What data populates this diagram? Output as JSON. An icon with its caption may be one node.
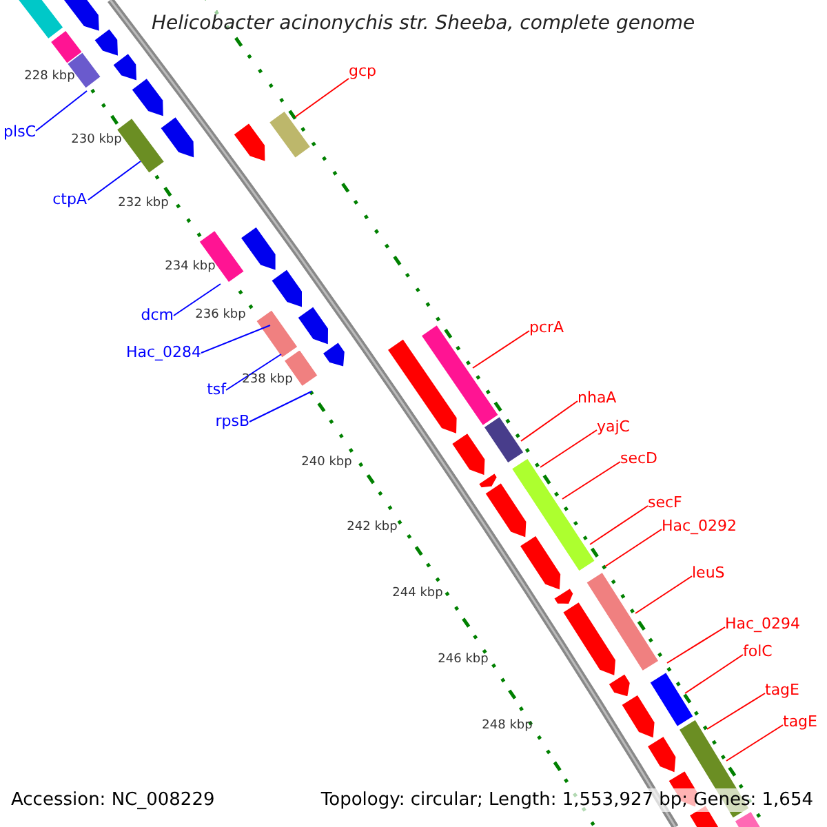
{
  "diagram": {
    "title": "Helicobacter acinonychis str. Sheeba, complete genome",
    "nodes": [
      {
        "text": [
          "plsC"
        ]
      },
      {
        "text": [
          "ctpA"
        ]
      },
      {
        "text": [
          "dcm"
        ]
      },
      {
        "text": [
          "Hac_0284"
        ]
      },
      {
        "text": [
          "tsf"
        ]
      },
      {
        "text": [
          "rpsB"
        ]
      },
      {
        "text": [
          "gcp"
        ]
      },
      {
        "text": [
          "pcrA"
        ]
      },
      {
        "text": [
          "nhaA"
        ]
      },
      {
        "text": [
          "yajC"
        ]
      },
      {
        "text": [
          "secD"
        ]
      },
      {
        "text": [
          "secF"
        ]
      },
      {
        "text": [
          "Hac_0292"
        ]
      },
      {
        "text": [
          "leuS"
        ]
      },
      {
        "text": [
          "Hac_0294"
        ]
      },
      {
        "text": [
          "folC"
        ]
      },
      {
        "text": [
          "tagE"
        ]
      },
      {
        "text": [
          "tagE"
        ]
      }
    ],
    "edges": [
      {
        "from": 0,
        "to": null,
        "arrow": "none",
        "color": "#0000ff"
      },
      {
        "from": 1,
        "to": null,
        "arrow": "none",
        "color": "#0000ff"
      },
      {
        "from": 2,
        "to": null,
        "arrow": "none",
        "color": "#0000ff"
      },
      {
        "from": 3,
        "to": null,
        "arrow": "none",
        "color": "#0000ff"
      },
      {
        "from": 4,
        "to": null,
        "arrow": "none",
        "color": "#0000ff"
      },
      {
        "from": 5,
        "to": null,
        "arrow": "none",
        "color": "#0000ff"
      },
      {
        "from": 6,
        "to": null,
        "arrow": "none"
      },
      {
        "from": 7,
        "to": null,
        "arrow": "none"
      },
      {
        "from": 8,
        "to": null,
        "arrow": "none"
      },
      {
        "from": 9,
        "to": null,
        "arrow": "none"
      },
      {
        "from": 10,
        "to": null,
        "arrow": "none"
      },
      {
        "from": 11,
        "to": null,
        "arrow": "none"
      },
      {
        "from": 12,
        "to": null,
        "arrow": "none"
      },
      {
        "from": 13,
        "to": null,
        "arrow": "none"
      },
      {
        "from": 14,
        "to": null,
        "arrow": "none"
      },
      {
        "from": 15,
        "to": null,
        "arrow": "none"
      },
      {
        "from": 16,
        "to": null,
        "arrow": "none"
      },
      {
        "from": 17,
        "to": null,
        "arrow": "none"
      }
    ],
    "labels": [
      "228 kbp",
      "230 kbp",
      "232 kbp",
      "234 kbp",
      "236 kbp",
      "238 kbp",
      "240 kbp",
      "242 kbp",
      "244 kbp",
      "246 kbp",
      "248 kbp",
      "Accession: NC_008229",
      "Topology: circular; Length: 1,553,927 bp; Genes: 1,654"
    ]
  }
}
